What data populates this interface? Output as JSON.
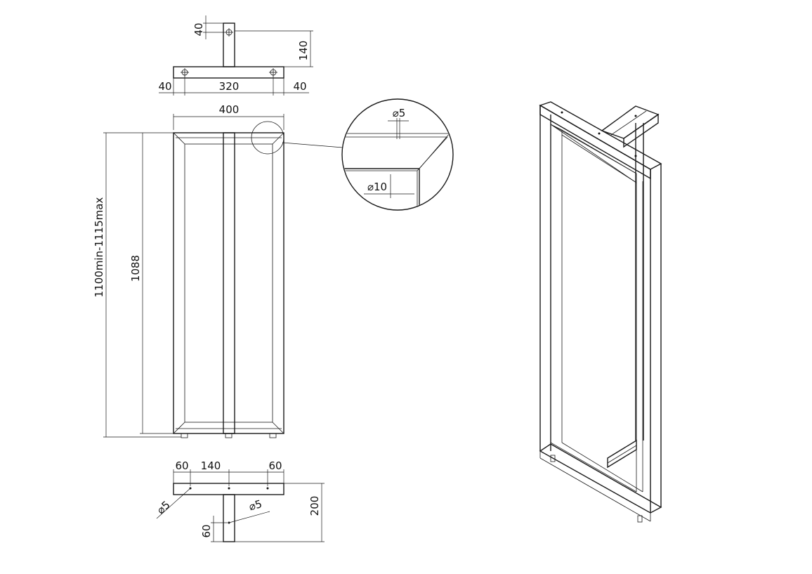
{
  "top_view": {
    "dim_top_offset": "40",
    "dim_height": "140",
    "dim_left_offset": "40",
    "dim_hole_spacing": "320",
    "dim_right_offset": "40"
  },
  "front_view": {
    "dim_width": "400",
    "dim_total_height": "1100min-1115max",
    "dim_frame_height": "1088"
  },
  "detail": {
    "top_hole": "⌀5",
    "side_hole": "⌀10"
  },
  "bottom_view": {
    "dim_left": "60",
    "dim_middle": "140",
    "dim_right": "60",
    "hole_left": "⌀5",
    "hole_center": "⌀5",
    "dim_height": "200",
    "dim_stem_width": "60"
  }
}
